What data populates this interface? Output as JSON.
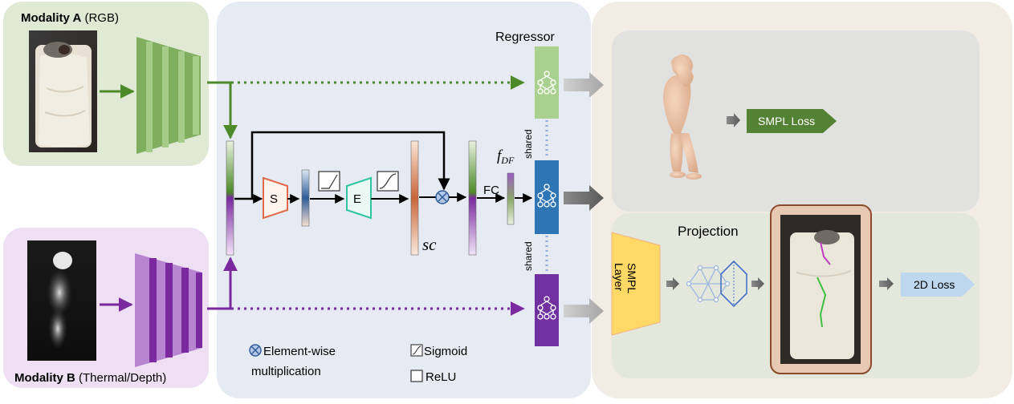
{
  "modality_a": {
    "title_bold": "Modality A",
    "title_rest": "(RGB)"
  },
  "modality_b": {
    "title_bold": "Modality B",
    "title_rest": "(Thermal/Depth)"
  },
  "fusion": {
    "s_label": "S",
    "e_label": "E",
    "sc_label": "sc",
    "fc_label": "FC",
    "fdf_main": "f",
    "fdf_sub": "DF"
  },
  "regressor": {
    "title": "Regressor",
    "shared_label": "shared"
  },
  "smpl_loss": {
    "label": "SMPL Loss"
  },
  "projection": {
    "title": "Projection",
    "smpl_layer_line1": "SMPL",
    "smpl_layer_line2": "Layer",
    "loss_2d": "2D Loss"
  },
  "legend": {
    "element_wise_line1": "Element-wise",
    "element_wise_line2": "multiplication",
    "sigmoid": "Sigmoid",
    "relu": "ReLU"
  },
  "colors": {
    "green": "#4e8a2a",
    "purple": "#7a2a9e",
    "panel_green": "#dfe9d4",
    "panel_purple": "#eedff2",
    "panel_blue": "#e6ebf3",
    "panel_beige": "#f1ede4",
    "regressor_green": "#a9d08e",
    "regressor_blue": "#2e75b6",
    "regressor_purple": "#7030a0",
    "smpl_layer": "#ffd966",
    "loss_2d": "#bdd7ee"
  }
}
